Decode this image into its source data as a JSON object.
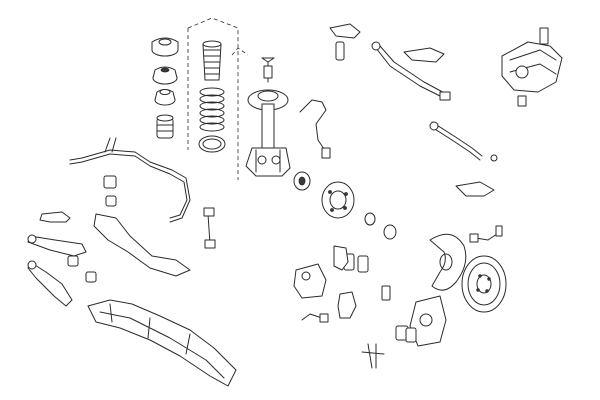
{
  "figure": {
    "style": "exploded-view line drawing",
    "background": "#ffffff",
    "stroke_color": "#2b2b2b",
    "parts": [
      "strut-mount",
      "coil-spring",
      "shock-absorber",
      "spring-seat",
      "bump-stop",
      "dust-boot",
      "stabilizer-bar",
      "stabilizer-link",
      "control-arm",
      "subframe",
      "wheel-hub",
      "wheel-bearing",
      "brake-disc",
      "brake-shield",
      "brake-caliper",
      "brake-pads",
      "abs-sensor",
      "brake-hose",
      "tie-rod",
      "steering-gearbox",
      "idler-arm",
      "drag-link"
    ]
  }
}
